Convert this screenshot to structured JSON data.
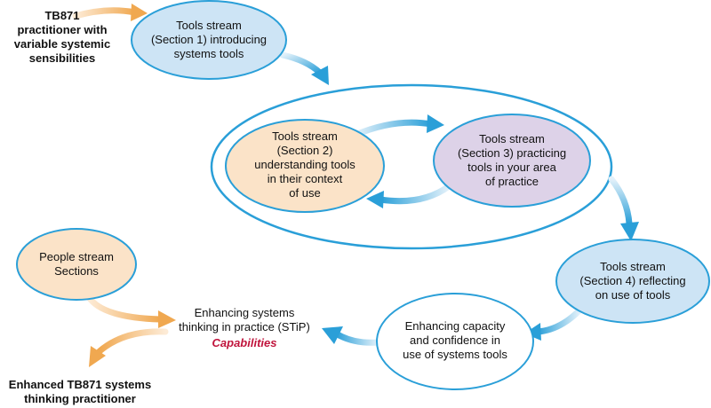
{
  "nodes": {
    "practitioner_start": "TB871\npractitioner with\nvariable systemic\nsensibilities",
    "tools_section1": "Tools stream\n(Section 1) introducing\nsystems tools",
    "tools_section2": "Tools stream\n(Section 2)\nunderstanding tools\nin their context\nof use",
    "tools_section3": "Tools stream\n(Section 3) practicing\ntools in your area\nof practice",
    "tools_section4": "Tools stream\n(Section 4) reflecting\non use of tools",
    "people_stream": "People stream\nSections",
    "enhancing_capacity": "Enhancing capacity\nand confidence in\nuse of systems tools",
    "enhancing_stip": "Enhancing systems\nthinking in practice (STiP)",
    "capabilities": "Capabilities",
    "practitioner_end": "Enhanced TB871 systems\nthinking practitioner"
  },
  "colors": {
    "blue_fill": "#cde4f5",
    "blue_stroke": "#2a9fd8",
    "orange_fill": "#fbe3c8",
    "purple_fill": "#ddd2e8",
    "blue_arrow": "#2a9fd8",
    "orange_arrow": "#f0a850",
    "capabilities": "#c0143c"
  }
}
